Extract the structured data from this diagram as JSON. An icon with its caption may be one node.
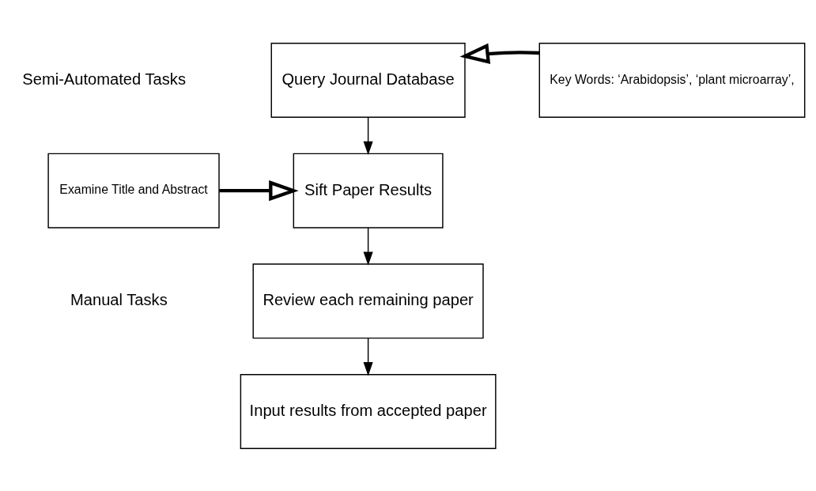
{
  "diagram": {
    "nodes": [
      {
        "text": [
          "Query Journal Database"
        ]
      },
      {
        "text": [
          "Sift Paper Results"
        ]
      },
      {
        "text": [
          "Review each remaining paper"
        ]
      },
      {
        "text": [
          "Input results from accepted paper"
        ]
      },
      {
        "text": [
          "Key Words: ‘Arabidopsis’, ‘plant microarray’,"
        ]
      },
      {
        "text": [
          "Examine Title and Abstract"
        ]
      }
    ],
    "edges": [
      {
        "from": 0,
        "to": 1,
        "arrow": "to"
      },
      {
        "from": 1,
        "to": 2,
        "arrow": "to"
      },
      {
        "from": 2,
        "to": 3,
        "arrow": "to"
      },
      {
        "from": 4,
        "to": 0,
        "arrow": "to",
        "style": "thick"
      },
      {
        "from": 5,
        "to": 1,
        "arrow": "to",
        "style": "thick"
      }
    ],
    "labels": [
      "Semi-Automated Tasks",
      "Manual Tasks"
    ]
  }
}
